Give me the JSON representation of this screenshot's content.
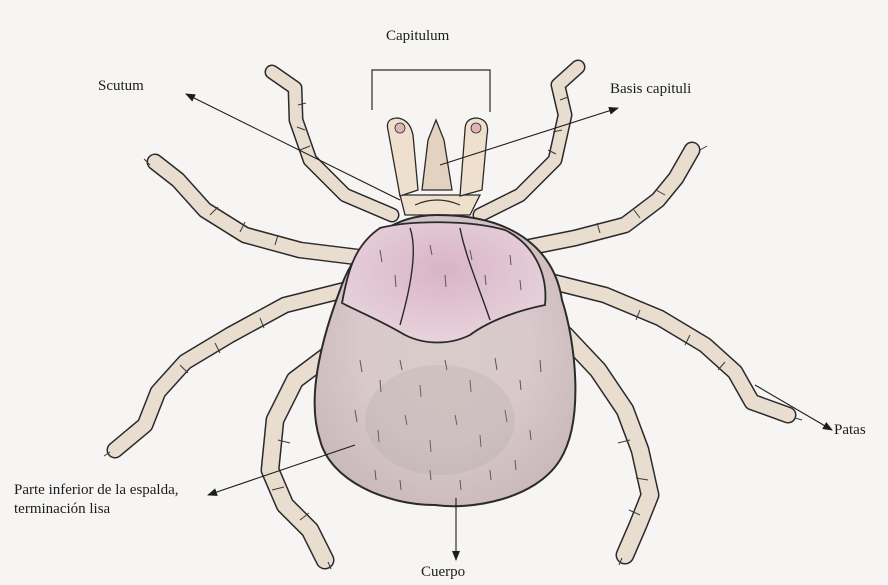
{
  "labels": {
    "capitulum": "Capitulum",
    "scutum": "Scutum",
    "basis_capituli": "Basis capituli",
    "patas": "Patas",
    "cuerpo": "Cuerpo",
    "parte_inferior": "Parte inferior de la espalda, terminación lisa"
  },
  "colors": {
    "outline": "#2a2a2a",
    "body_fill": "#e3d0d6",
    "scutum_fill": "#e6d1dc",
    "leg_fill": "#e9ddcf",
    "capitulum_fill": "#eee0cd"
  }
}
